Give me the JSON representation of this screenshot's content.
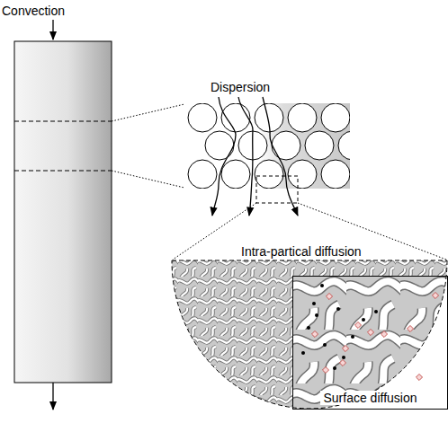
{
  "diagram": {
    "nodes": [
      {
        "text": [
          "Surface diffusion"
        ]
      }
    ],
    "labels": [
      "Convection",
      "Dispersion",
      "Intra-partical diffusion"
    ]
  }
}
